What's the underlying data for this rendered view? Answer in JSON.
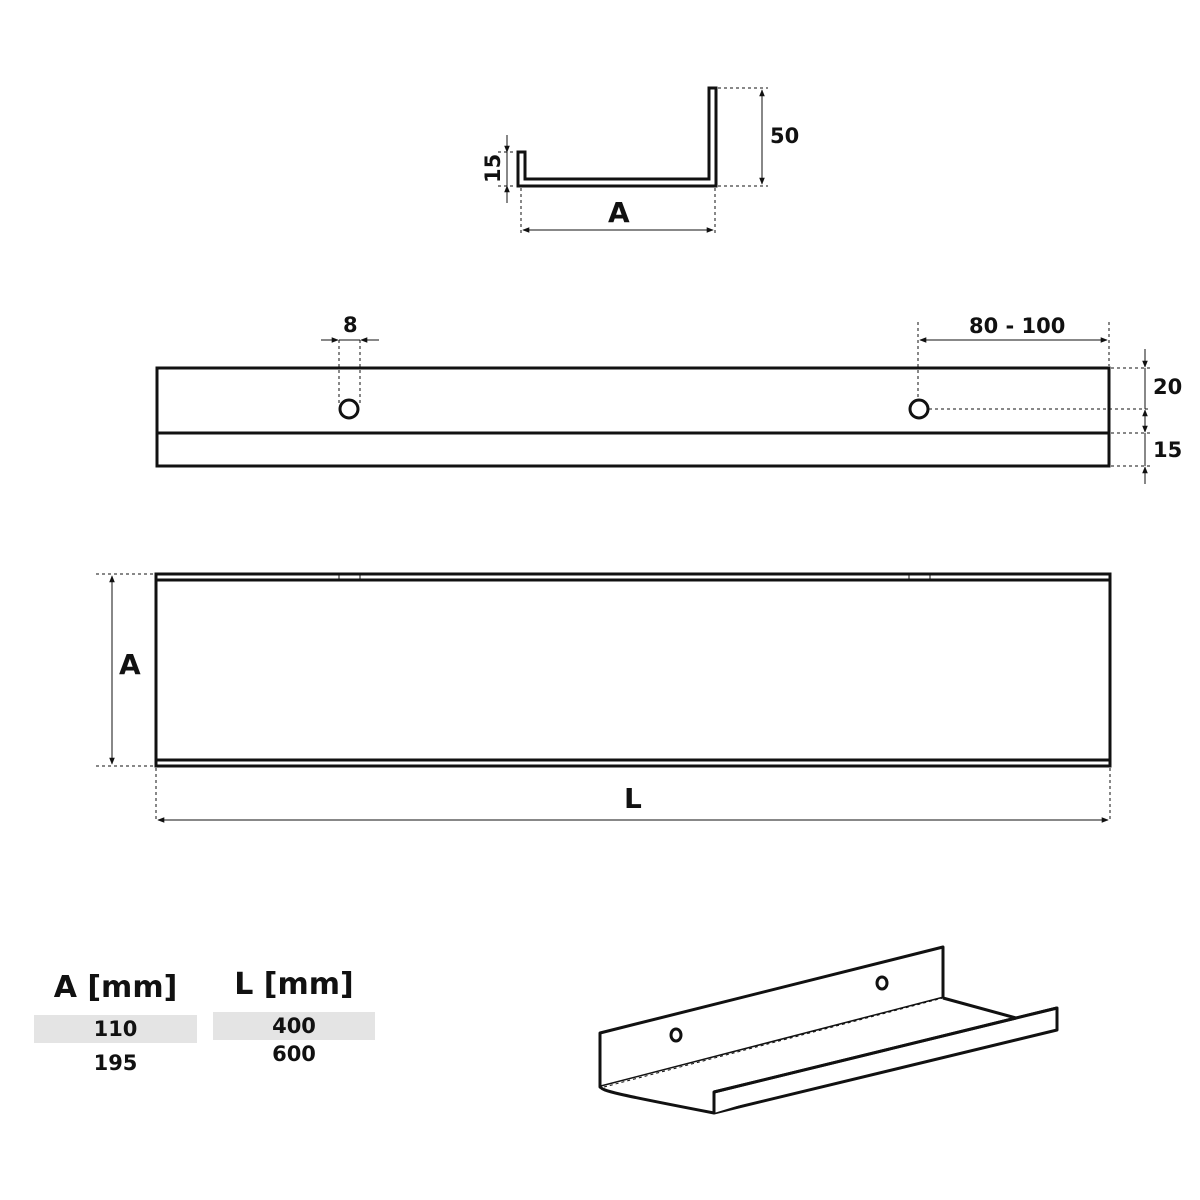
{
  "profile_view": {
    "dim_height_front": "50",
    "dim_height_lip": "15",
    "dim_width": "A"
  },
  "front_view": {
    "dim_hole_diameter": "8",
    "dim_hole_offset": "80 - 100",
    "dim_hole_height": "20",
    "dim_lip_height": "15"
  },
  "top_view": {
    "dim_depth": "A",
    "dim_length": "L"
  },
  "size_table": {
    "a_header": "A [mm]",
    "a_values": [
      "110",
      "195"
    ],
    "l_header": "L [mm]",
    "l_values": [
      "400",
      "600"
    ]
  }
}
